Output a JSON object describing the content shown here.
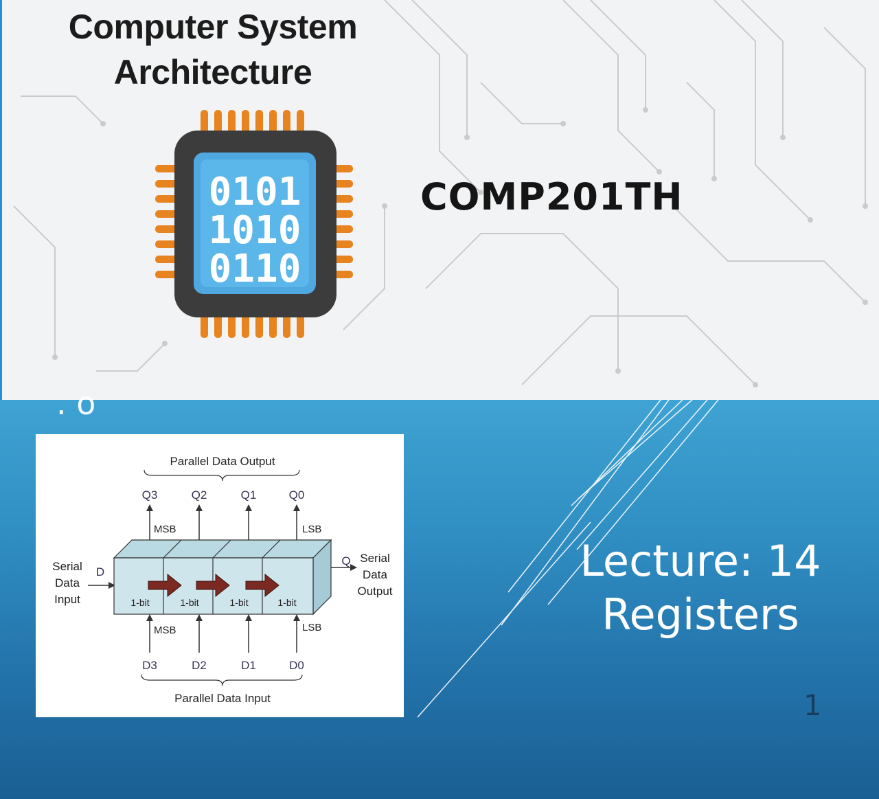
{
  "banner": {
    "course_title": "Computer System Architecture",
    "course_code": "COMP201TH",
    "chip_binary": [
      "0101",
      "1010",
      "0110"
    ]
  },
  "cut_off_text": ". o",
  "diagram": {
    "top_label": "Parallel Data Output",
    "bottom_label": "Parallel Data Input",
    "outputs": [
      "Q3",
      "Q2",
      "Q1",
      "Q0"
    ],
    "inputs": [
      "D3",
      "D2",
      "D1",
      "D0"
    ],
    "msb": "MSB",
    "lsb": "LSB",
    "serial_in": [
      "Serial",
      "Data",
      "Input"
    ],
    "serial_out": [
      "Serial",
      "Data",
      "Output"
    ],
    "d_label": "D",
    "q_label": "Q",
    "cell_label": "1-bit"
  },
  "lecture": {
    "line1": "Lecture: 14",
    "line2": "Registers"
  },
  "slide_number": "1",
  "colors": {
    "chip_body": "#3c3c3c",
    "chip_pins": "#e8841f",
    "chip_screen": "#4fa8e0",
    "arrow": "#7a2a22",
    "cell_fill": "#cfe5ec"
  }
}
